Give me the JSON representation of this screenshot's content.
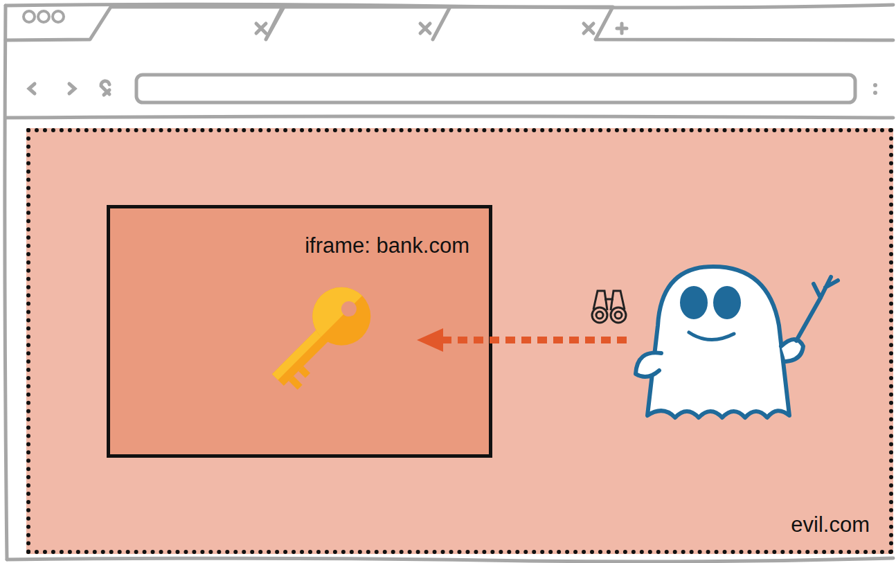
{
  "diagram": {
    "nodes": [
      {
        "text": [
          "evil.com"
        ]
      },
      {
        "text": [
          "iframe: bank.com"
        ],
        "in": 0
      }
    ]
  }
}
